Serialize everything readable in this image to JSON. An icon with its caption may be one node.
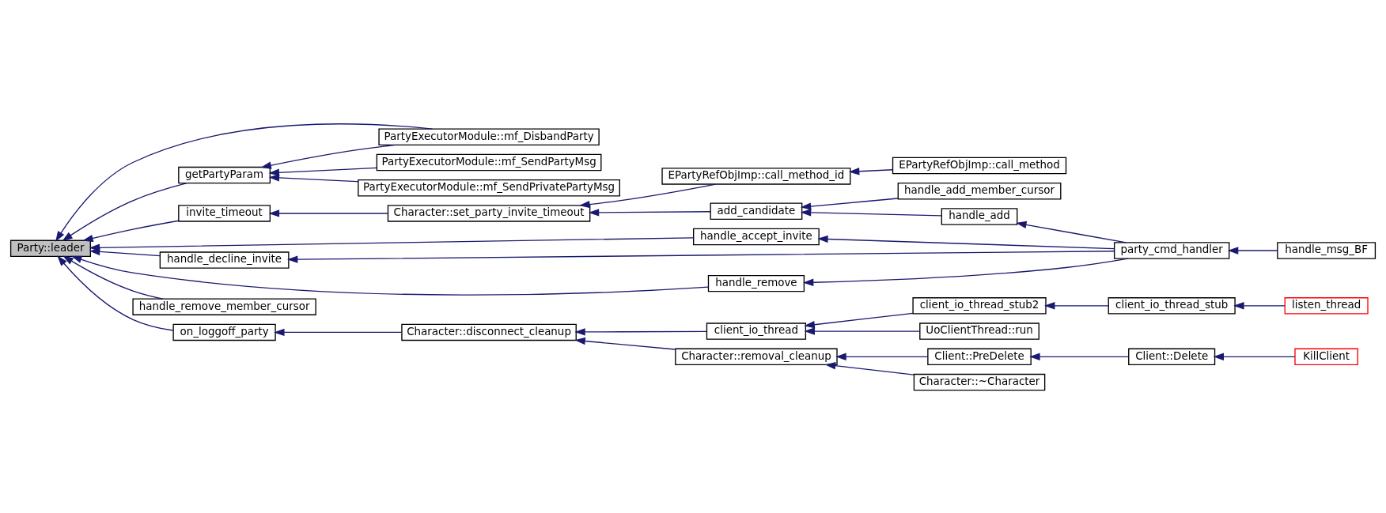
{
  "diagram": {
    "nodes": [
      {
        "text": [
          "Party::leader"
        ]
      },
      {
        "text": [
          "getPartyParam"
        ]
      },
      {
        "text": [
          "PartyExecutorModule::mf_DisbandParty"
        ]
      },
      {
        "text": [
          "PartyExecutorModule::mf_SendPartyMsg"
        ]
      },
      {
        "text": [
          "PartyExecutorModule::mf_SendPrivatePartyMsg"
        ]
      },
      {
        "text": [
          "handle_accept_invite"
        ]
      },
      {
        "text": [
          "handle_decline_invite"
        ]
      },
      {
        "text": [
          "party_cmd_handler"
        ]
      },
      {
        "text": [
          "handle_msg_BF"
        ]
      },
      {
        "text": [
          "handle_remove"
        ]
      },
      {
        "text": [
          "handle_remove_member_cursor"
        ]
      },
      {
        "text": [
          "handle_add"
        ]
      },
      {
        "text": [
          "invite_timeout"
        ]
      },
      {
        "text": [
          "Character::set_party_invite_timeout"
        ]
      },
      {
        "text": [
          "add_candidate"
        ]
      },
      {
        "text": [
          "handle_add_member_cursor"
        ]
      },
      {
        "text": [
          "EPartyRefObjImp::call_method_id"
        ]
      },
      {
        "text": [
          "EPartyRefObjImp::call_method"
        ]
      },
      {
        "text": [
          "on_loggoff_party"
        ]
      },
      {
        "text": [
          "Character::disconnect_cleanup"
        ]
      },
      {
        "text": [
          "client_io_thread"
        ]
      },
      {
        "text": [
          "client_io_thread_stub2"
        ]
      },
      {
        "text": [
          "client_io_thread_stub"
        ]
      },
      {
        "text": [
          "listen_thread"
        ]
      },
      {
        "text": [
          "UoClientThread::run"
        ]
      },
      {
        "text": [
          "Character::removal_cleanup"
        ]
      },
      {
        "text": [
          "Client::PreDelete"
        ]
      },
      {
        "text": [
          "Client::Delete"
        ]
      },
      {
        "text": [
          "KillClient"
        ]
      },
      {
        "text": [
          "Character::~Character"
        ]
      }
    ],
    "edges": [
      {
        "from": 2,
        "to": 0,
        "arrow": "to"
      },
      {
        "from": 1,
        "to": 0,
        "arrow": "to"
      },
      {
        "from": 2,
        "to": 1,
        "arrow": "to"
      },
      {
        "from": 3,
        "to": 1,
        "arrow": "to"
      },
      {
        "from": 4,
        "to": 1,
        "arrow": "to"
      },
      {
        "from": 5,
        "to": 0,
        "arrow": "to"
      },
      {
        "from": 6,
        "to": 0,
        "arrow": "to"
      },
      {
        "from": 9,
        "to": 0,
        "arrow": "to"
      },
      {
        "from": 10,
        "to": 0,
        "arrow": "to"
      },
      {
        "from": 12,
        "to": 0,
        "arrow": "to"
      },
      {
        "from": 18,
        "to": 0,
        "arrow": "to"
      },
      {
        "from": 7,
        "to": 5,
        "arrow": "to"
      },
      {
        "from": 7,
        "to": 6,
        "arrow": "to"
      },
      {
        "from": 7,
        "to": 9,
        "arrow": "to"
      },
      {
        "from": 8,
        "to": 7,
        "arrow": "to"
      },
      {
        "from": 7,
        "to": 11,
        "arrow": "to"
      },
      {
        "from": 11,
        "to": 14,
        "arrow": "to"
      },
      {
        "from": 15,
        "to": 14,
        "arrow": "to"
      },
      {
        "from": 14,
        "to": 13,
        "arrow": "to"
      },
      {
        "from": 16,
        "to": 13,
        "arrow": "to"
      },
      {
        "from": 13,
        "to": 12,
        "arrow": "to"
      },
      {
        "from": 17,
        "to": 16,
        "arrow": "to"
      },
      {
        "from": 19,
        "to": 18,
        "arrow": "to"
      },
      {
        "from": 20,
        "to": 19,
        "arrow": "to"
      },
      {
        "from": 25,
        "to": 19,
        "arrow": "to"
      },
      {
        "from": 21,
        "to": 20,
        "arrow": "to"
      },
      {
        "from": 24,
        "to": 20,
        "arrow": "to"
      },
      {
        "from": 22,
        "to": 21,
        "arrow": "to"
      },
      {
        "from": 23,
        "to": 22,
        "arrow": "to"
      },
      {
        "from": 26,
        "to": 25,
        "arrow": "to"
      },
      {
        "from": 29,
        "to": 25,
        "arrow": "to"
      },
      {
        "from": 27,
        "to": 26,
        "arrow": "to"
      },
      {
        "from": 28,
        "to": 27,
        "arrow": "to"
      }
    ]
  }
}
